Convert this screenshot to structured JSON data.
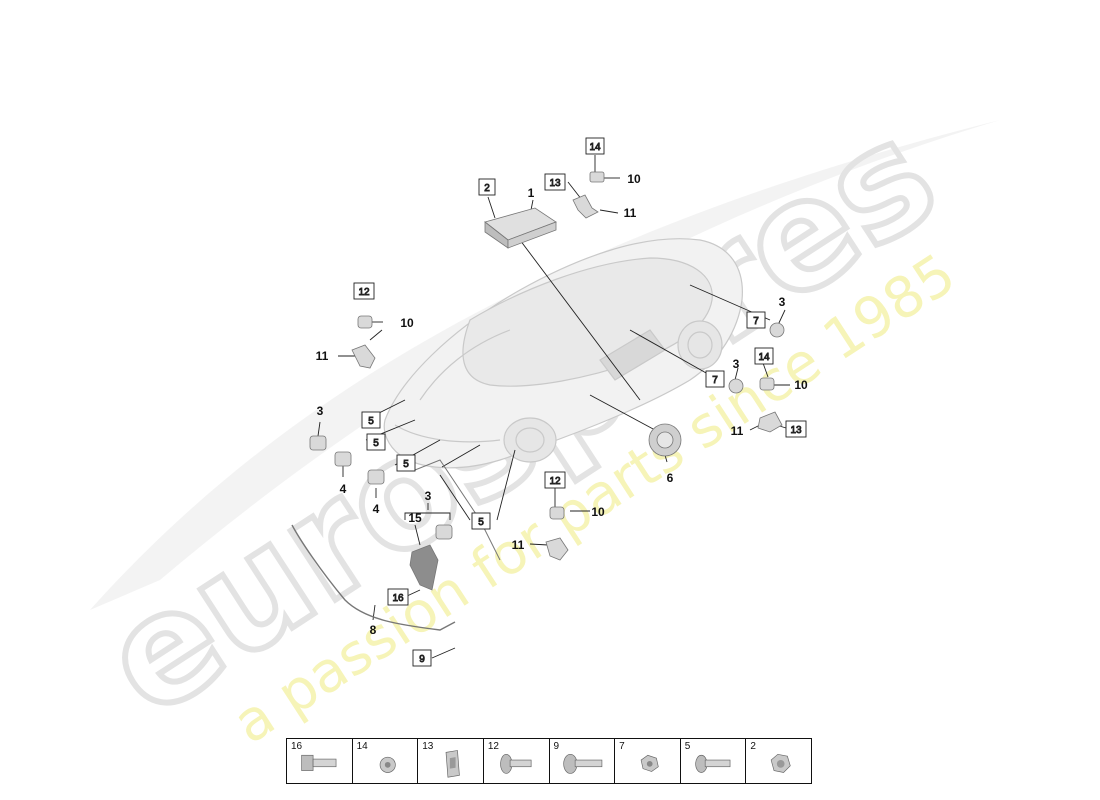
{
  "watermark": {
    "brand": "eurospares",
    "slogan": "a passion for parts since 1985",
    "brand_color": "#e8e8e8",
    "slogan_color": "#f6f4b8"
  },
  "boxed_callouts": [
    {
      "id": "c-2",
      "text": "2"
    },
    {
      "id": "c-14a",
      "text": "14"
    },
    {
      "id": "c-13a",
      "text": "13"
    },
    {
      "id": "c-12a",
      "text": "12"
    },
    {
      "id": "c-7a",
      "text": "7"
    },
    {
      "id": "c-7b",
      "text": "7"
    },
    {
      "id": "c-14b",
      "text": "14"
    },
    {
      "id": "c-13b",
      "text": "13"
    },
    {
      "id": "c-5a",
      "text": "5"
    },
    {
      "id": "c-5b",
      "text": "5"
    },
    {
      "id": "c-5c",
      "text": "5"
    },
    {
      "id": "c-5d",
      "text": "5"
    },
    {
      "id": "c-12b",
      "text": "12"
    },
    {
      "id": "c-16",
      "text": "16"
    },
    {
      "id": "c-9",
      "text": "9"
    }
  ],
  "plain_callouts": [
    {
      "id": "n-1",
      "text": "1"
    },
    {
      "id": "n-10a",
      "text": "10"
    },
    {
      "id": "n-11a",
      "text": "11"
    },
    {
      "id": "n-10b",
      "text": "10"
    },
    {
      "id": "n-11b",
      "text": "11"
    },
    {
      "id": "n-3a",
      "text": "3"
    },
    {
      "id": "n-3b",
      "text": "3"
    },
    {
      "id": "n-10c",
      "text": "10"
    },
    {
      "id": "n-11c",
      "text": "11"
    },
    {
      "id": "n-3c",
      "text": "3"
    },
    {
      "id": "n-4a",
      "text": "4"
    },
    {
      "id": "n-4b",
      "text": "4"
    },
    {
      "id": "n-6",
      "text": "6"
    },
    {
      "id": "n-3d",
      "text": "3"
    },
    {
      "id": "n-15",
      "text": "15"
    },
    {
      "id": "n-10d",
      "text": "10"
    },
    {
      "id": "n-11d",
      "text": "11"
    },
    {
      "id": "n-8",
      "text": "8"
    }
  ],
  "hardware": [
    {
      "label": "16",
      "icon": "hex-bolt-icon"
    },
    {
      "label": "14",
      "icon": "nut-icon"
    },
    {
      "label": "13",
      "icon": "clip-icon"
    },
    {
      "label": "12",
      "icon": "flange-screw-icon"
    },
    {
      "label": "9",
      "icon": "torx-bolt-icon"
    },
    {
      "label": "7",
      "icon": "flange-nut-icon"
    },
    {
      "label": "5",
      "icon": "screw-icon"
    },
    {
      "label": "2",
      "icon": "hex-flange-nut-icon"
    }
  ]
}
